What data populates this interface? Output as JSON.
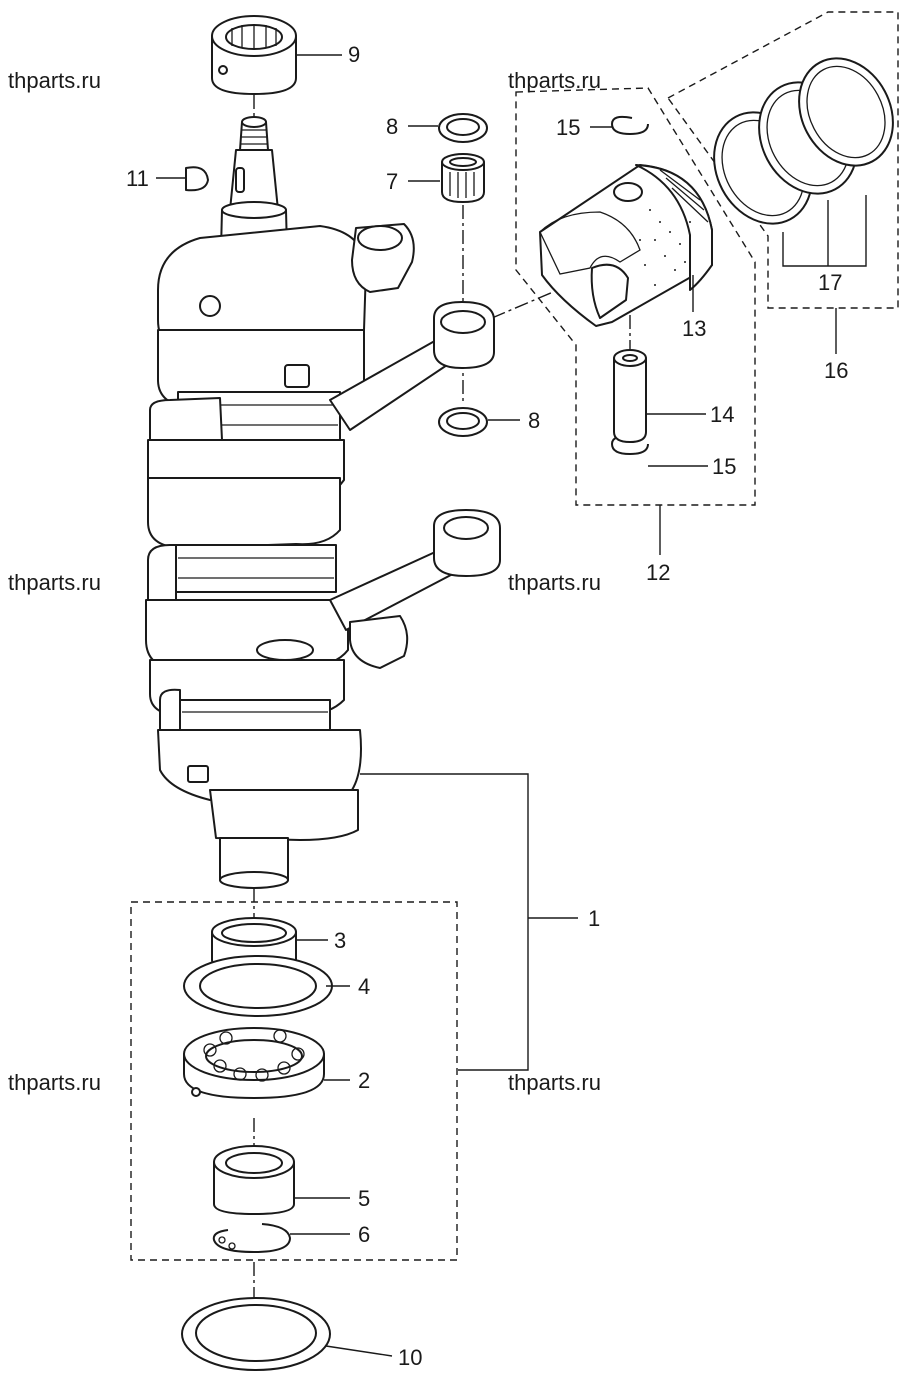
{
  "watermark": "thparts.ru",
  "callouts": {
    "c1": "1",
    "c2": "2",
    "c3": "3",
    "c4": "4",
    "c5": "5",
    "c6": "6",
    "c7": "7",
    "c8a": "8",
    "c8b": "8",
    "c9": "9",
    "c10": "10",
    "c11": "11",
    "c12": "12",
    "c13": "13",
    "c14": "14",
    "c15a": "15",
    "c15b": "15",
    "c16": "16",
    "c17": "17"
  }
}
